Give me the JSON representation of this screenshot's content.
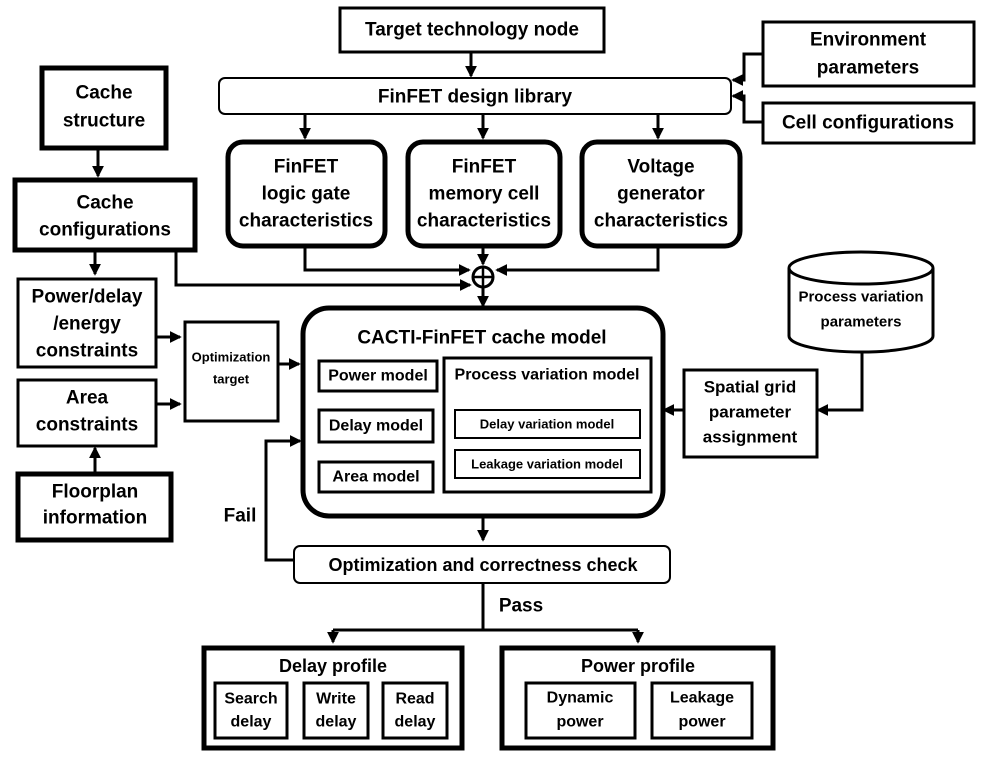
{
  "nodes": {
    "target_node": [
      "Target technology node"
    ],
    "environment": [
      "Environment",
      "parameters"
    ],
    "design_library": [
      "FinFET design library"
    ],
    "cell_configs": [
      "Cell configurations"
    ],
    "cache_structure": [
      "Cache",
      "structure"
    ],
    "logic_gate": [
      "FinFET",
      "logic gate",
      "characteristics"
    ],
    "memory_cell": [
      "FinFET",
      "memory cell",
      "characteristics"
    ],
    "voltage_gen": [
      "Voltage",
      "generator",
      "characteristics"
    ],
    "cache_configs": [
      "Cache",
      "configurations"
    ],
    "pde_constraints": [
      "Power/delay",
      "/energy",
      "constraints"
    ],
    "opt_target": [
      "Optimization",
      "target"
    ],
    "area_constraints": [
      "Area",
      "constraints"
    ],
    "floorplan": [
      "Floorplan",
      "information"
    ],
    "pv_params": [
      "Process variation",
      "parameters"
    ],
    "spatial_grid": [
      "Spatial grid",
      "parameter",
      "assignment"
    ],
    "cacti_model": [
      "CACTI-FinFET cache model"
    ],
    "power_model": [
      "Power model"
    ],
    "delay_model": [
      "Delay model"
    ],
    "area_model": [
      "Area model"
    ],
    "pv_model": [
      "Process variation model"
    ],
    "delay_var": [
      "Delay variation model"
    ],
    "leak_var": [
      "Leakage variation model"
    ],
    "check": [
      "Optimization and correctness check"
    ],
    "delay_profile": [
      "Delay profile"
    ],
    "search_delay": [
      "Search",
      "delay"
    ],
    "write_delay": [
      "Write",
      "delay"
    ],
    "read_delay": [
      "Read",
      "delay"
    ],
    "power_profile": [
      "Power profile"
    ],
    "dynamic_power": [
      "Dynamic",
      "power"
    ],
    "leakage_power": [
      "Leakage",
      "power"
    ]
  },
  "edge_labels": {
    "fail": "Fail",
    "pass": "Pass"
  },
  "colors": {
    "ink": "#000000",
    "background": "#ffffff"
  }
}
